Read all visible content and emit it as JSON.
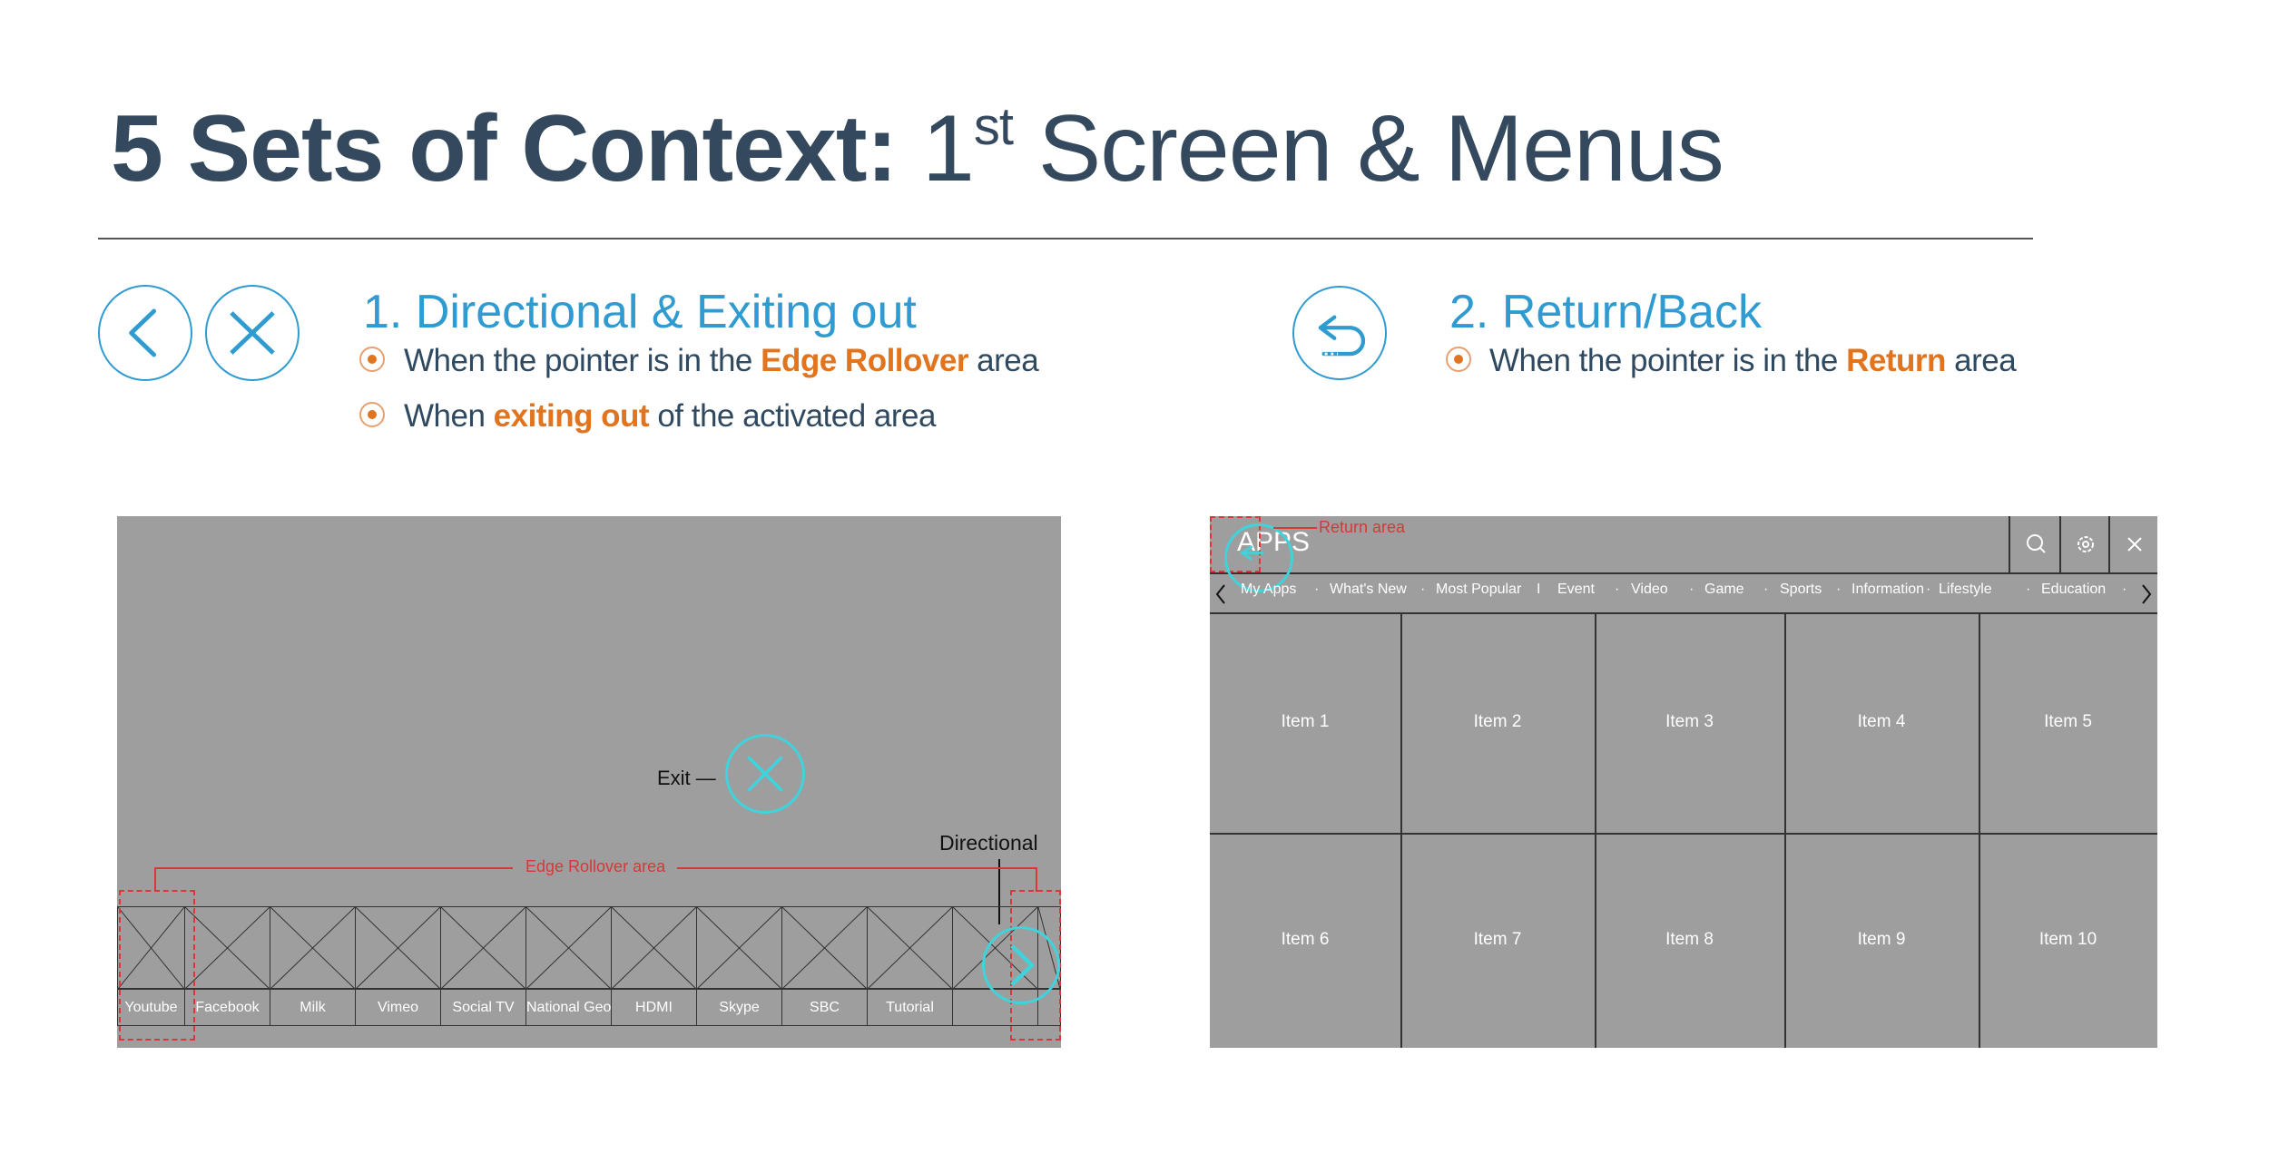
{
  "title": {
    "bold": "5 Sets of Context:",
    "light_prefix": "1",
    "superscript": "st",
    "light_suffix": "Screen & Menus"
  },
  "section1": {
    "heading": "1. Directional & Exiting out",
    "bullet1": {
      "pre": "When the pointer is in the ",
      "highlight": "Edge Rollover",
      "post": " area"
    },
    "bullet2": {
      "pre": "When ",
      "highlight": "exiting out",
      "post": " of the activated area"
    }
  },
  "section2": {
    "heading": "2. Return/Back",
    "bullet1": {
      "pre": "When the pointer is in the ",
      "highlight": "Return",
      "post": " area"
    }
  },
  "screen1": {
    "exit_label": "Exit",
    "directional_label": "Directional",
    "edge_label": "Edge Rollover area",
    "tiles": [
      "Youtube",
      "Facebook",
      "Milk",
      "Vimeo",
      "Social TV",
      "National Geo",
      "HDMI",
      "Skype",
      "SBC",
      "Tutorial",
      ""
    ]
  },
  "screen2": {
    "app_title": "APPS",
    "return_label": "Return area",
    "nav": [
      "My Apps",
      "What's New",
      "Most Popular",
      "Event",
      "Video",
      "Game",
      "Sports",
      "Information",
      "Lifestyle",
      "Education"
    ],
    "separators": [
      "·",
      "·",
      "I",
      "·",
      "·",
      "·",
      "·",
      "·",
      "·",
      "·"
    ],
    "items": [
      "Item 1",
      "Item 2",
      "Item 3",
      "Item 4",
      "Item 5",
      "Item 6",
      "Item 7",
      "Item 8",
      "Item 9",
      "Item 10"
    ]
  },
  "colors": {
    "accent_blue": "#2f9bd1",
    "highlight_orange": "#e0741f",
    "annotation_red": "#d9373a",
    "cyan": "#3fd3dc"
  }
}
